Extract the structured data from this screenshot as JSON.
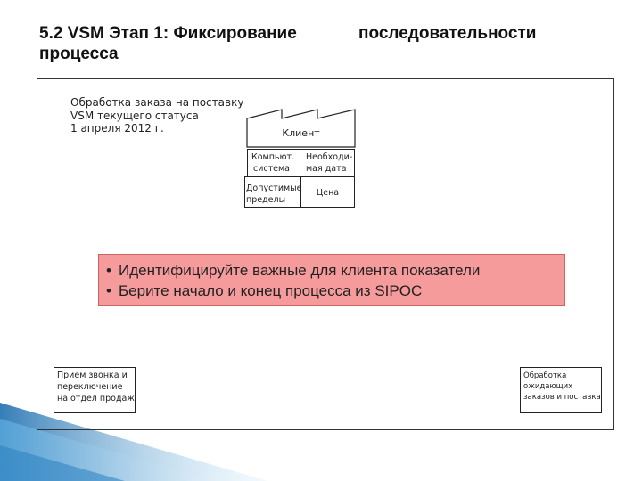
{
  "slide": {
    "title_part1": "5.2   VSM Этап 1: Фиксирование",
    "title_part2": "последовательности",
    "title_part3": "процесса"
  },
  "diagram": {
    "header_lines": [
      "Обработка заказа на поставку",
      "VSM текущего статуса",
      "1 апреля 2012 г."
    ],
    "customer_label": "Клиент",
    "table": {
      "cell_1": [
        "Компьют.",
        "система"
      ],
      "cell_2": [
        "Необходи-",
        "мая дата"
      ],
      "cell_3": [
        "Допустимые",
        "пределы"
      ],
      "cell_4": "Цена"
    },
    "callout_bullets": [
      "Идентифицируйте важные для клиента показатели",
      "Берите начало и конец процесса из SIPOC"
    ],
    "bullet_glyph": "•",
    "start_process": [
      "Прием звонка и",
      "переключение",
      "на отдел продаж"
    ],
    "end_process": [
      "Обработка",
      "ожидающих",
      "заказов и поставка"
    ]
  },
  "colors": {
    "callout_fill": "#f69b9b",
    "accent_blue": "#2a7fc0"
  }
}
